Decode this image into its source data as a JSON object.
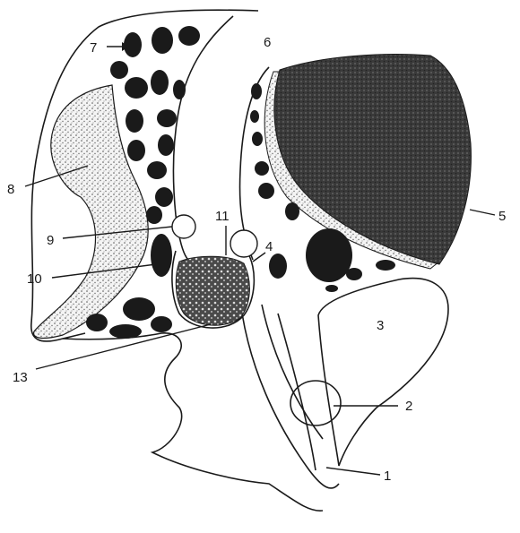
{
  "figure": {
    "labels": {
      "l1": "1",
      "l2": "2",
      "l3": "3",
      "l4": "4",
      "l5": "5",
      "l6": "6",
      "l7": "7",
      "l8": "8",
      "l9": "9",
      "l10": "10",
      "l11": "11",
      "l13": "13"
    },
    "colors": {
      "ink": "#1a1a1a",
      "paper": "#ffffff",
      "dark_mass": "#3a3a3a",
      "stipple": "#e8e8e8"
    }
  }
}
